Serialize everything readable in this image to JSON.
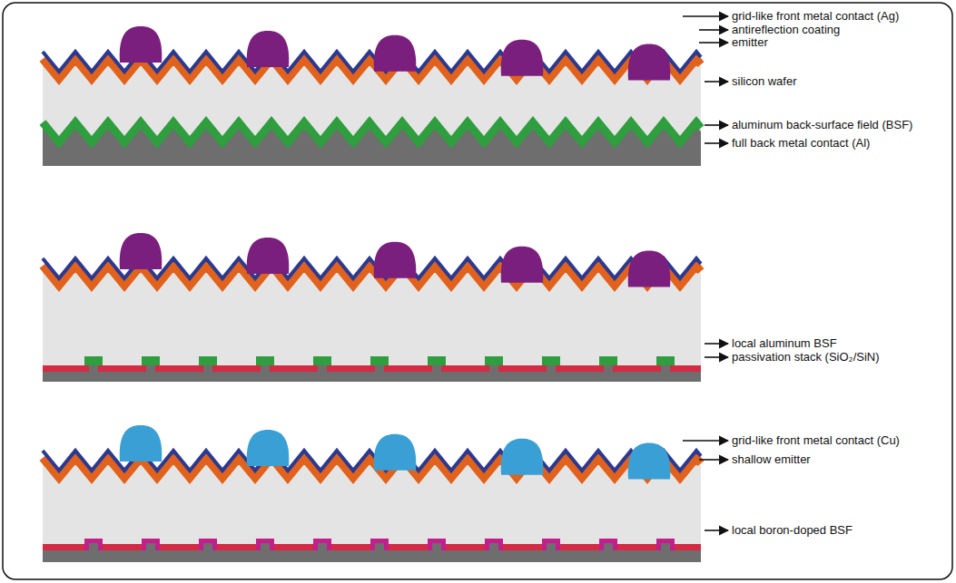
{
  "diagram": {
    "labels": [
      "grid-like front metal contact (Ag)",
      "antireflection coating",
      "emitter",
      "silicon wafer",
      "aluminum back-surface field (BSF)",
      "full back metal contact (Al)",
      "local aluminum BSF",
      "passivation stack (SiO₂/SiN)",
      "grid-like front metal contact (Cu)",
      "shallow emitter",
      "local boron-doped BSF"
    ]
  }
}
